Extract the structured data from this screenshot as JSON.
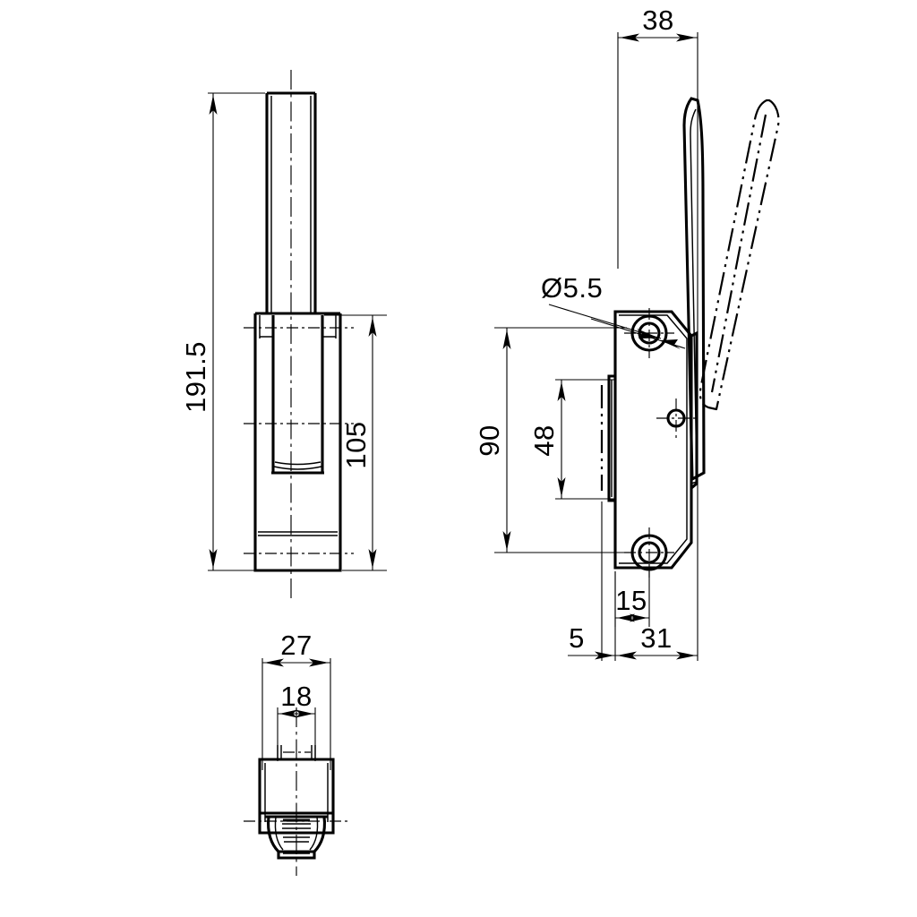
{
  "drawing": {
    "title": "Technical drawing - over-centre toggle latch / catch",
    "type": "engineering-orthographic-drawing",
    "units": "mm",
    "background_color": "#ffffff",
    "line_color": "#000000",
    "views": [
      {
        "id": "front-view",
        "name": "Front view",
        "position": "left"
      },
      {
        "id": "side-view",
        "name": "Side view with lever shown in closed and open (phantom) positions",
        "position": "right"
      },
      {
        "id": "bottom-view",
        "name": "Bottom / plan view",
        "position": "bottom-left"
      }
    ]
  },
  "dimensions": {
    "front_overall_height": "191.5",
    "front_slot_height": "105",
    "side_width_top": "38",
    "side_hole_diameter": "Ø5.5",
    "side_hole_spacing": "90",
    "side_slot_height": "48",
    "side_hole_offset": "15",
    "side_plate_thickness": "5",
    "side_base_depth": "31",
    "bottom_overall_width": "27",
    "bottom_inner_width": "18"
  },
  "annotations": {
    "diameter_symbol": "Ø",
    "leader_label": "Ø5.5"
  }
}
